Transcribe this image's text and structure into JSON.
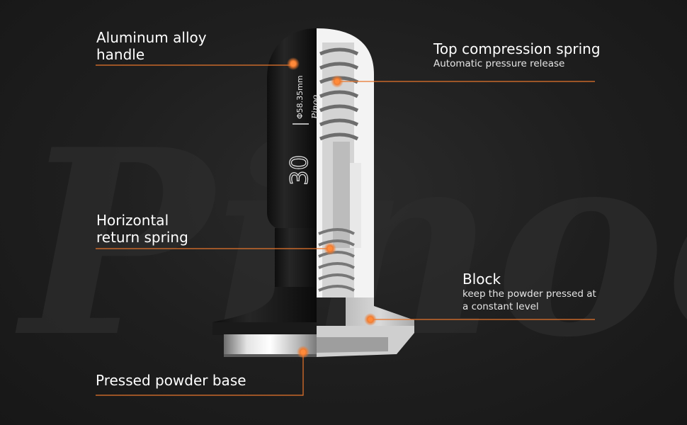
{
  "accent_color": "#e8762c",
  "watermark": "Pinoo",
  "engraving": {
    "model": "30",
    "diameter": "Φ58.35mm",
    "brand": "Pinoo"
  },
  "callouts": [
    {
      "title": "Aluminum alloy\nhandle",
      "subtitle": ""
    },
    {
      "title": "Top compression spring",
      "subtitle": "Automatic pressure release"
    },
    {
      "title": "Horizontal\nreturn spring",
      "subtitle": ""
    },
    {
      "title": "Block",
      "subtitle": "keep the powder pressed at\na constant level"
    },
    {
      "title": "Pressed powder base",
      "subtitle": ""
    }
  ]
}
